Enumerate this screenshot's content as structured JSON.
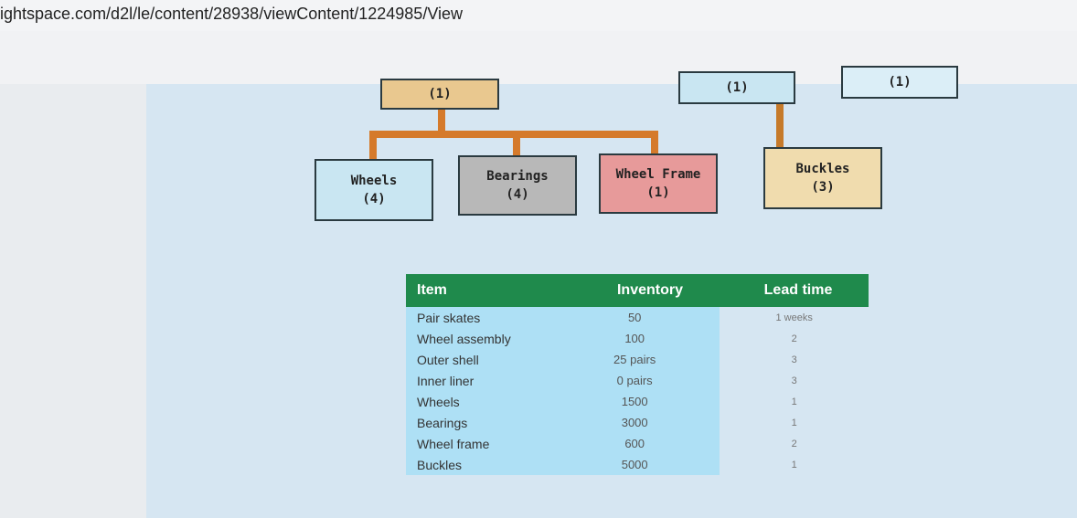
{
  "browser": {
    "url": "ightspace.com/d2l/le/content/28938/viewContent/1224985/View"
  },
  "diagram": {
    "top_boxes": [
      {
        "label": "(1)",
        "color": "#e9c88f"
      },
      {
        "label": "(1)",
        "color": "#c9e6f2"
      },
      {
        "label": "(1)",
        "color": "#dbeef7"
      }
    ],
    "child_boxes": [
      {
        "name": "Wheels",
        "qty": "(4)",
        "color": "#c9e6f2"
      },
      {
        "name": "Bearings",
        "qty": "(4)",
        "color": "#b8b8b8"
      },
      {
        "name": "Wheel Frame",
        "qty": "(1)",
        "color": "#e79a9a"
      },
      {
        "name": "Buckles",
        "qty": "(3)",
        "color": "#f0dcae"
      }
    ]
  },
  "table": {
    "headers": [
      "Item",
      "Inventory",
      "Lead time"
    ],
    "rows": [
      {
        "item": "Pair skates",
        "inventory": "50",
        "lead": "1 weeks"
      },
      {
        "item": "Wheel assembly",
        "inventory": "100",
        "lead": "2"
      },
      {
        "item": "Outer shell",
        "inventory": "25 pairs",
        "lead": "3"
      },
      {
        "item": "Inner liner",
        "inventory": "0 pairs",
        "lead": "3"
      },
      {
        "item": "Wheels",
        "inventory": "1500",
        "lead": "1"
      },
      {
        "item": "Bearings",
        "inventory": "3000",
        "lead": "1"
      },
      {
        "item": "Wheel frame",
        "inventory": "600",
        "lead": "2"
      },
      {
        "item": "Buckles",
        "inventory": "5000",
        "lead": "1"
      }
    ]
  }
}
